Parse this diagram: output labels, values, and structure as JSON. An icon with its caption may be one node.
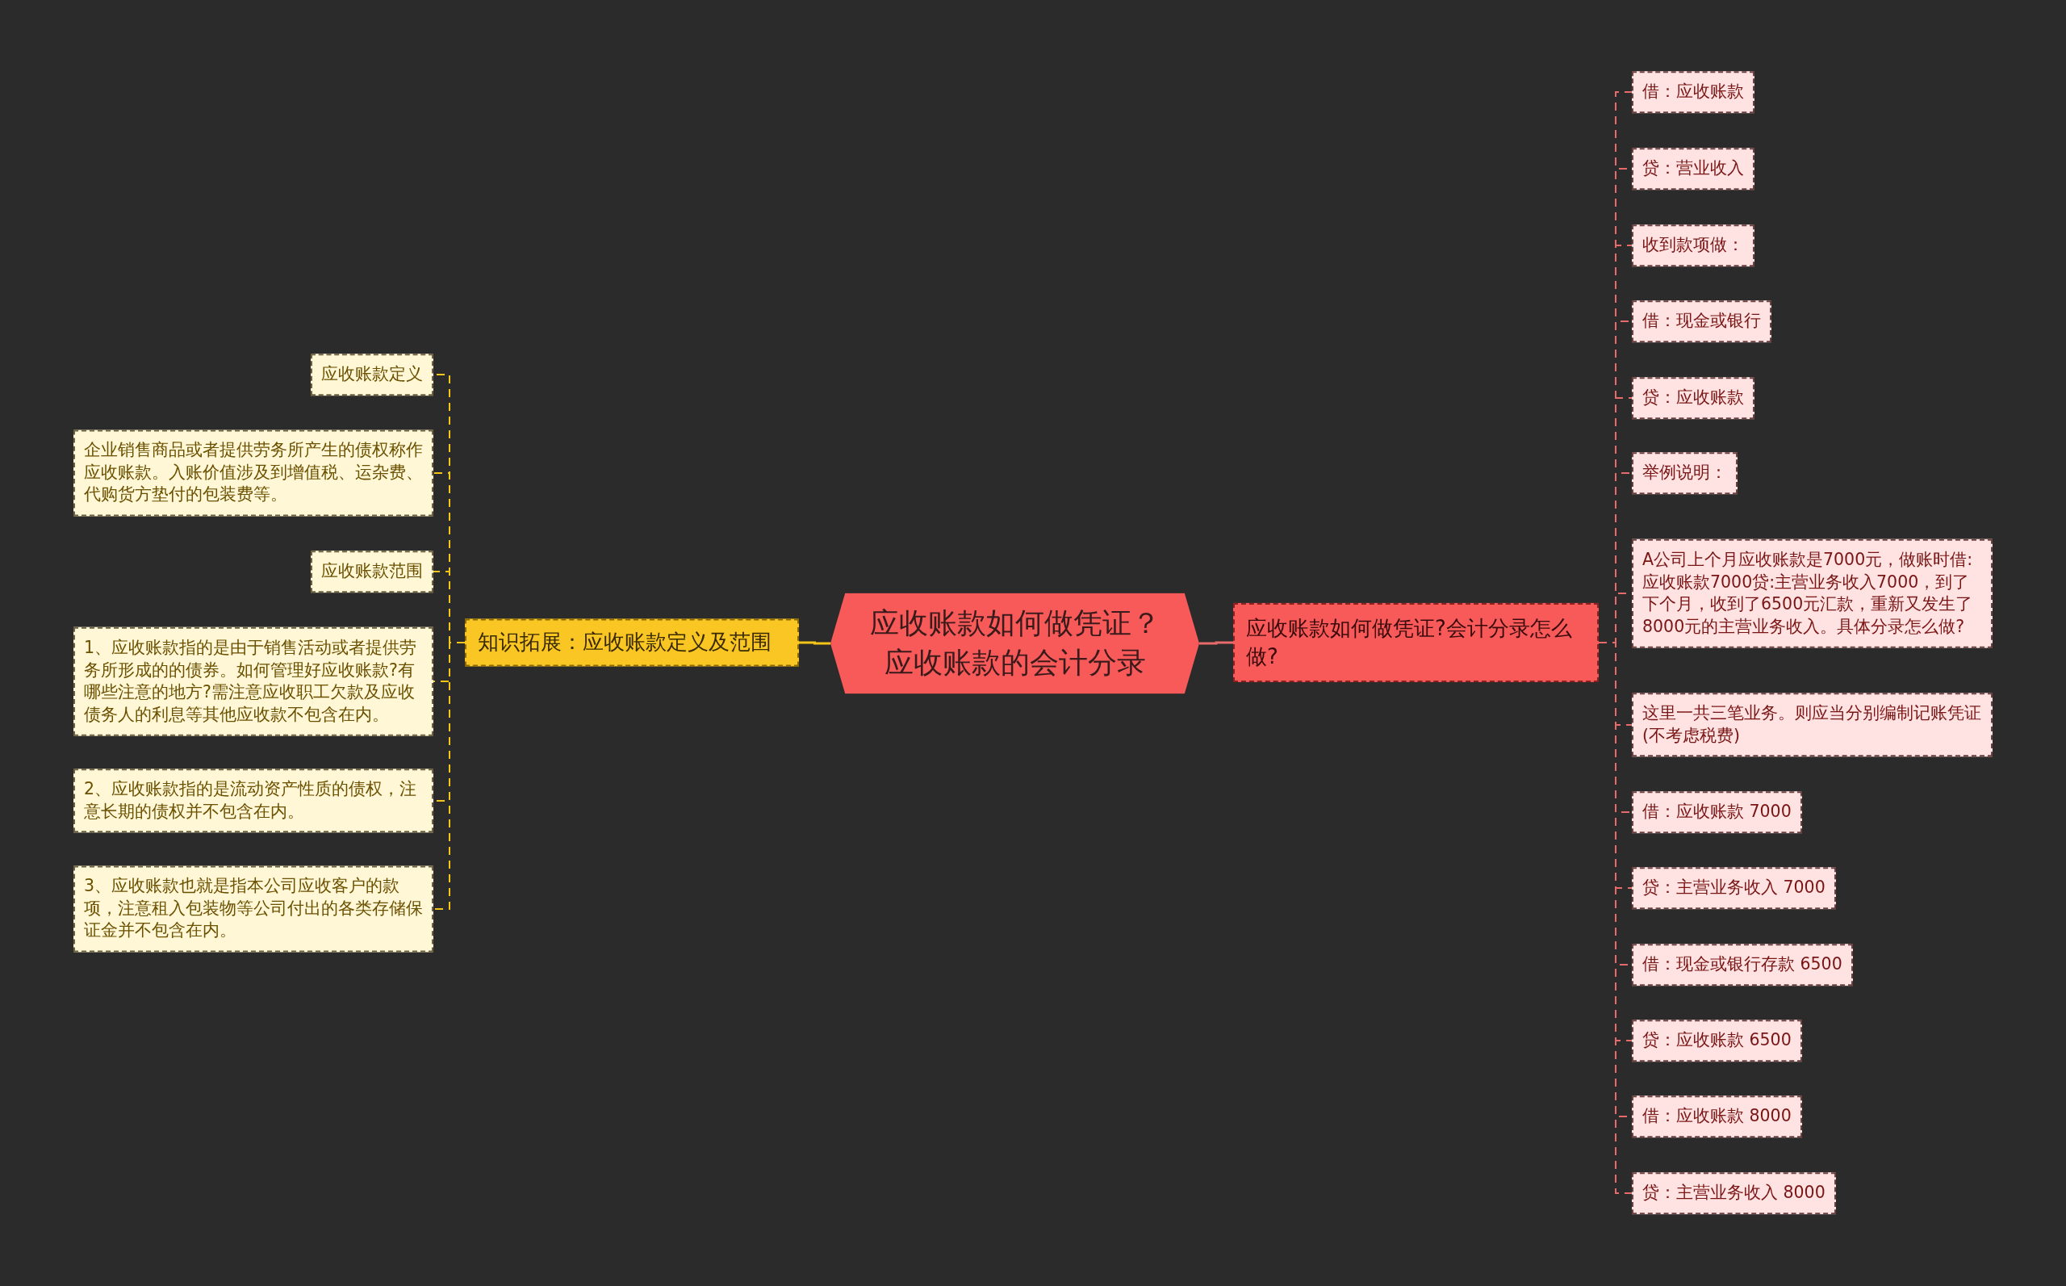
{
  "diagram": {
    "nodes": [
      {
        "text": [
          "应收账款如何做凭证？应收账款的会计分录"
        ]
      },
      {
        "text": [
          "知识拓展：应收账款定义及范围"
        ]
      },
      {
        "text": [
          "应收账款定义"
        ]
      },
      {
        "text": [
          "企业销售商品或者提供劳务所产生的债权称作应收账款。入账价值涉及到增值税、运杂费、代购货方垫付的包装费等。"
        ]
      },
      {
        "text": [
          "应收账款范围"
        ]
      },
      {
        "text": [
          "1、应收账款指的是由于销售活动或者提供劳务所形成的的债券。如何管理好应收账款?有哪些注意的地方?需注意应收职工欠款及应收债务人的利息等其他应收款不包含在内。"
        ]
      },
      {
        "text": [
          "2、应收账款指的是流动资产性质的债权，注意长期的债权并不包含在内。"
        ]
      },
      {
        "text": [
          "3、应收账款也就是指本公司应收客户的款项，注意租入包装物等公司付出的各类存储保证金并不包含在内。"
        ]
      },
      {
        "text": [
          "应收账款如何做凭证?会计分录怎么做?"
        ]
      },
      {
        "text": [
          "借：应收账款"
        ]
      },
      {
        "text": [
          "贷：营业收入"
        ]
      },
      {
        "text": [
          "收到款项做："
        ]
      },
      {
        "text": [
          "借：现金或银行"
        ]
      },
      {
        "text": [
          "贷：应收账款"
        ]
      },
      {
        "text": [
          "举例说明："
        ]
      },
      {
        "text": [
          "A公司上个月应收账款是7000元，做账时借:应收账款7000贷:主营业务收入7000，到了下个月，收到了6500元汇款，重新又发生了8000元的主营业务收入。具体分录怎么做?"
        ]
      },
      {
        "text": [
          "这里一共三笔业务。则应当分别编制记账凭证(不考虑税费)"
        ]
      },
      {
        "text": [
          "借：应收账款 7000"
        ]
      },
      {
        "text": [
          "贷：主营业务收入 7000"
        ]
      },
      {
        "text": [
          "借：现金或银行存款 6500"
        ]
      },
      {
        "text": [
          "贷：应收账款 6500"
        ]
      },
      {
        "text": [
          "借：应收账款 8000"
        ]
      },
      {
        "text": [
          "贷：主营业务收入 8000"
        ]
      }
    ],
    "edges": [
      {
        "from": 0,
        "to": 1,
        "arrow": "none",
        "color": "#f5c518"
      },
      {
        "from": 1,
        "to": 2,
        "arrow": "none",
        "style": "dashed",
        "color": "#f5c518"
      },
      {
        "from": 1,
        "to": 3,
        "arrow": "none",
        "style": "dashed",
        "color": "#f5c518"
      },
      {
        "from": 1,
        "to": 4,
        "arrow": "none",
        "style": "dashed",
        "color": "#f5c518"
      },
      {
        "from": 1,
        "to": 5,
        "arrow": "none",
        "style": "dashed",
        "color": "#f5c518"
      },
      {
        "from": 1,
        "to": 6,
        "arrow": "none",
        "style": "dashed",
        "color": "#f5c518"
      },
      {
        "from": 1,
        "to": 7,
        "arrow": "none",
        "style": "dashed",
        "color": "#f5c518"
      },
      {
        "from": 0,
        "to": 8,
        "arrow": "none"
      },
      {
        "from": 8,
        "to": 9,
        "arrow": "none",
        "style": "dashed"
      },
      {
        "from": 8,
        "to": 10,
        "arrow": "none",
        "style": "dashed"
      },
      {
        "from": 8,
        "to": 11,
        "arrow": "none",
        "style": "dashed"
      },
      {
        "from": 8,
        "to": 12,
        "arrow": "none",
        "style": "dashed"
      },
      {
        "from": 8,
        "to": 13,
        "arrow": "none",
        "style": "dashed"
      },
      {
        "from": 8,
        "to": 14,
        "arrow": "none",
        "style": "dashed"
      },
      {
        "from": 8,
        "to": 15,
        "arrow": "none",
        "style": "dashed"
      },
      {
        "from": 8,
        "to": 16,
        "arrow": "none",
        "style": "dashed"
      },
      {
        "from": 8,
        "to": 17,
        "arrow": "none",
        "style": "dashed"
      },
      {
        "from": 8,
        "to": 18,
        "arrow": "none",
        "style": "dashed"
      },
      {
        "from": 8,
        "to": 19,
        "arrow": "none",
        "style": "dashed"
      },
      {
        "from": 8,
        "to": 20,
        "arrow": "none",
        "style": "dashed"
      },
      {
        "from": 8,
        "to": 21,
        "arrow": "none",
        "style": "dashed"
      },
      {
        "from": 8,
        "to": 22,
        "arrow": "none",
        "style": "dashed"
      }
    ]
  }
}
